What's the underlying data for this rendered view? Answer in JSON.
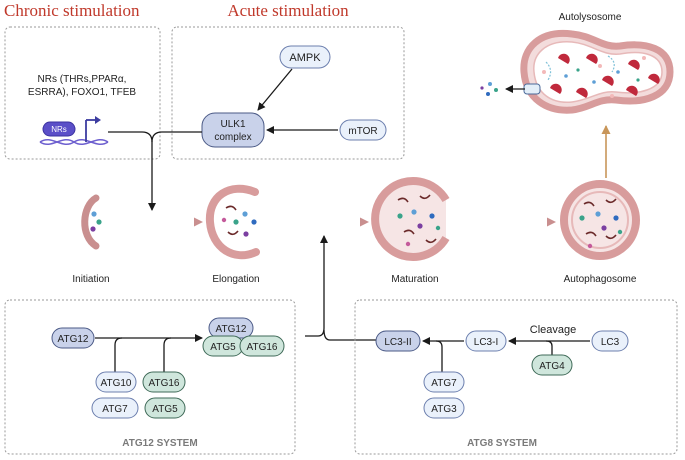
{
  "headers": {
    "chronic": "Chronic stimulation",
    "acute": "Acute stimulation"
  },
  "chronic_panel": {
    "line1": "NRs (THRs,PPARα,",
    "line2": "ESRRA), FOXO1, TFEB",
    "nrs_label": "NRs"
  },
  "acute_panel": {
    "ampk": "AMPK",
    "ulk1_line1": "ULK1",
    "ulk1_line2": "complex",
    "mtor": "mTOR"
  },
  "stages": {
    "initiation": "Initiation",
    "elongation": "Elongation",
    "maturation": "Maturation",
    "autophagosome": "Autophagosome",
    "autolysosome": "Autolysosome"
  },
  "atg12_system": {
    "title": "ATG12 SYSTEM",
    "atg12": "ATG12",
    "complex_top": "ATG12",
    "complex_left": "ATG5",
    "complex_right": "ATG16",
    "atg10": "ATG10",
    "atg7": "ATG7",
    "atg16": "ATG16",
    "atg5": "ATG5"
  },
  "atg8_system": {
    "title": "ATG8 SYSTEM",
    "lc3_ii": "LC3-II",
    "lc3_i": "LC3-I",
    "lc3": "LC3",
    "cleavage": "Cleavage",
    "atg4": "ATG4",
    "atg7": "ATG7",
    "atg3": "ATG3"
  },
  "colors": {
    "header_red": "#c0392b",
    "dark_blue_pill": "#c9d2ea",
    "light_blue_pill": "#eaf1fb",
    "green_pill": "#cfe6dc",
    "membrane": "#d68f8f",
    "lumen": "#f2dede",
    "arrow_gold": "#c8965a"
  }
}
